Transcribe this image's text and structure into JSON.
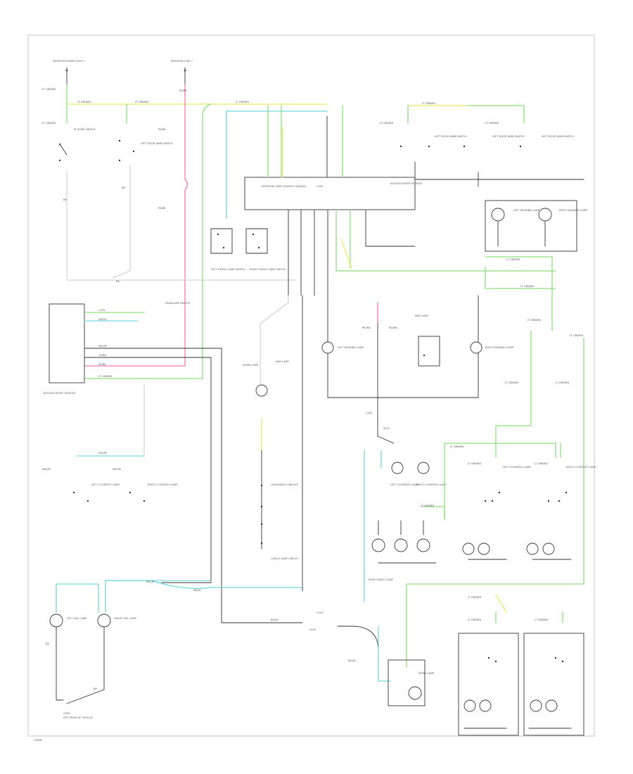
{
  "footer": {
    "code": "C3096"
  },
  "colors": {
    "black": "#333333",
    "gray": "#c8c8c8",
    "green": "#8de07a",
    "yellow": "#e8ea63",
    "pink": "#f47ab0",
    "cyan": "#73d7de"
  },
  "labels": {
    "fuse_left": "INTERIOR POWER FUSE 1",
    "fuse_right": "INTERIOR FUSE 7",
    "sw_interior": "IP DOME SWITCH",
    "sw_left_door": "LEFT DOOR JAMB SWITCH",
    "central_module": "INTERIOR LAMP CONTROL MODULE",
    "left_cargo_sw": "LEFT CARGO LAMP SWITCH",
    "right_cargo_sw": "RIGHT CARGO LAMP SWITCH",
    "tail_lamp_l": "LEFT TAIL LAMP",
    "tail_lamp_r": "RIGHT TAIL LAMP",
    "rear_cargo": "REAR CARGO LAMP",
    "courtesy_l": "LEFT COURTESY LAMP",
    "courtesy_r": "RIGHT COURTESY LAMP",
    "dome": "DOME LAMP",
    "keyless": "KEYLESS ENTRY MODULE",
    "headlamp_sw": "HEADLAMP SWITCH",
    "ground": "G200",
    "ground_note": "LEFT REAR OF VEHICLE",
    "mid_note": "CARGO LAMP CIRCUIT",
    "reading_l": "LEFT READING LAMP",
    "reading_r": "RIGHT READING LAMP",
    "map_lamp": "MAP LAMP",
    "overhead": "OVERHEAD CONSOLE"
  },
  "wires": {
    "lg_rd": "LT GRN/RD",
    "pk_bk": "PK/BK",
    "lb_or": "LB/OR",
    "bk": "BK",
    "wh_pk": "WH/PK",
    "gy_bk": "GY/BK",
    "bk_lb": "BK/LB",
    "bk_lg": "BK/LG",
    "lg_yl": "LG/YL",
    "pk_wh": "PK/WH"
  },
  "connectors": {
    "c1": "C201",
    "c2": "C202",
    "c3": "C203",
    "s1": "S201",
    "s2": "S202"
  }
}
